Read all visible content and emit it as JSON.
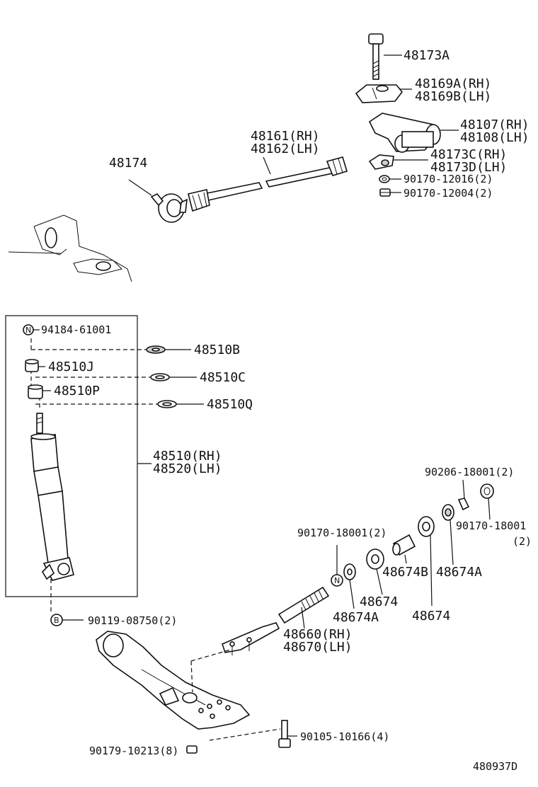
{
  "labels": {
    "p48173A": "48173A",
    "p48169A": "48169A(RH)",
    "p48169B": "48169B(LH)",
    "p48107": "48107(RH)",
    "p48108": "48108(LH)",
    "p48173C": "48173C(RH)",
    "p48173D": "48173D(LH)",
    "p90170_12016": "90170-12016(2)",
    "p90170_12004": "90170-12004(2)",
    "p48161": "48161(RH)",
    "p48162": "48162(LH)",
    "p48174": "48174",
    "p94184": "94184-61001",
    "p48510B": "48510B",
    "p48510J": "48510J",
    "p48510C": "48510C",
    "p48510P": "48510P",
    "p48510Q": "48510Q",
    "p48510RH": "48510(RH)",
    "p48520LH": "48520(LH)",
    "p90206": "90206-18001(2)",
    "p90170_18001a": "90170-18001(2)",
    "p90170_18001b": "90170-18001",
    "p90170_18001b_qty": "(2)",
    "p48674B": "48674B",
    "p48674A_1": "48674A",
    "p48674_1": "48674",
    "p48674A_2": "48674A",
    "p48674_2": "48674",
    "p48660": "48660(RH)",
    "p48670": "48670(LH)",
    "p90119": "90119-08750(2)",
    "p90105": "90105-10166(4)",
    "p90179": "90179-10213(8)",
    "diagram_id": "480937D"
  },
  "markers": {
    "n": "N",
    "b": "B"
  }
}
